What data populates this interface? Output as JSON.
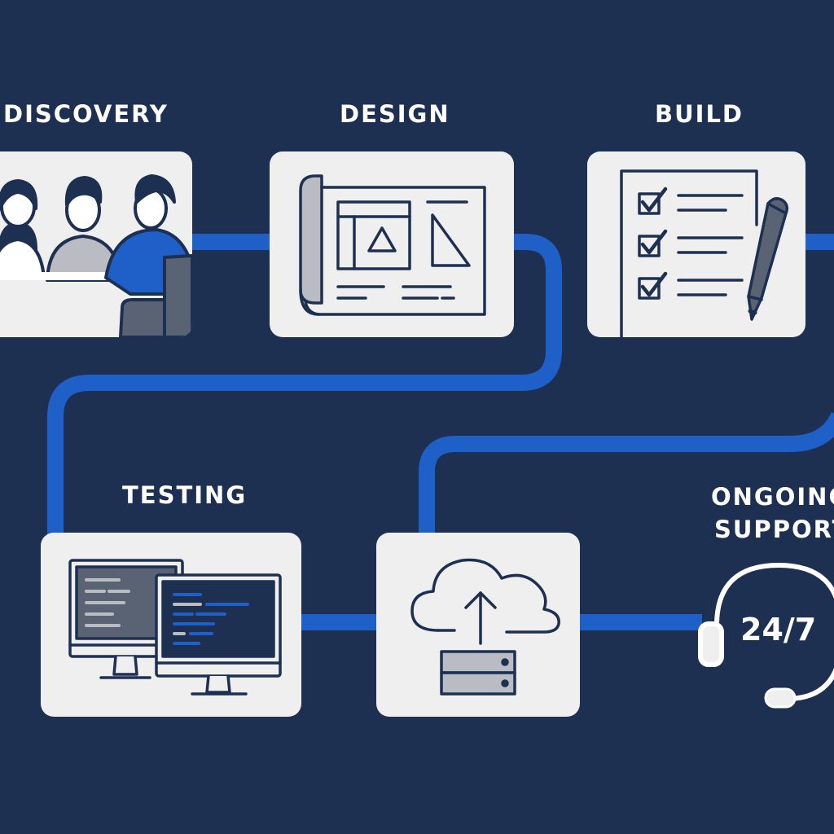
{
  "colors": {
    "background": "#1e3052",
    "connector": "#1f5fc8",
    "card": "#efefef",
    "ink": "#1e3052",
    "accent_blue": "#1f5fc8",
    "gray": "#b9bcc3",
    "dark_gray": "#5a6373"
  },
  "steps": [
    {
      "label": "DISCOVERY",
      "icon": "team-meeting-icon"
    },
    {
      "label": "DESIGN",
      "icon": "blueprint-icon"
    },
    {
      "label": "BUILD",
      "icon": "checklist-icon"
    },
    {
      "label": "TESTING",
      "icon": "code-monitors-icon"
    },
    {
      "label": "",
      "icon": "cloud-upload-server-icon"
    },
    {
      "label_line1": "ONGOING",
      "label_line2": "SUPPORT",
      "icon": "headset-icon",
      "badge": "24/7"
    }
  ]
}
